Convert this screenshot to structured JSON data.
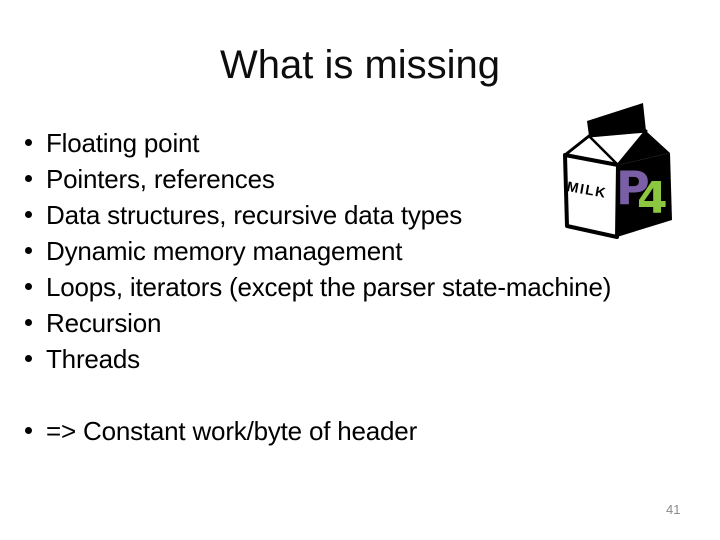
{
  "slide": {
    "title": "What is missing",
    "bullets": [
      "Floating point",
      "Pointers, references",
      "Data structures, recursive data types",
      "Dynamic memory management",
      "Loops, iterators (except the parser state-machine)",
      "Recursion",
      "Threads"
    ],
    "conclusion_bullet": "=> Constant work/byte of header",
    "page_number": "41"
  },
  "carton": {
    "milk_label": "MILK",
    "logo_p": "P",
    "logo_4": "4",
    "colors": {
      "p_purple": "#7b5fa6",
      "four_green": "#8dc63f",
      "carton_black": "#000000",
      "carton_white": "#ffffff"
    }
  }
}
